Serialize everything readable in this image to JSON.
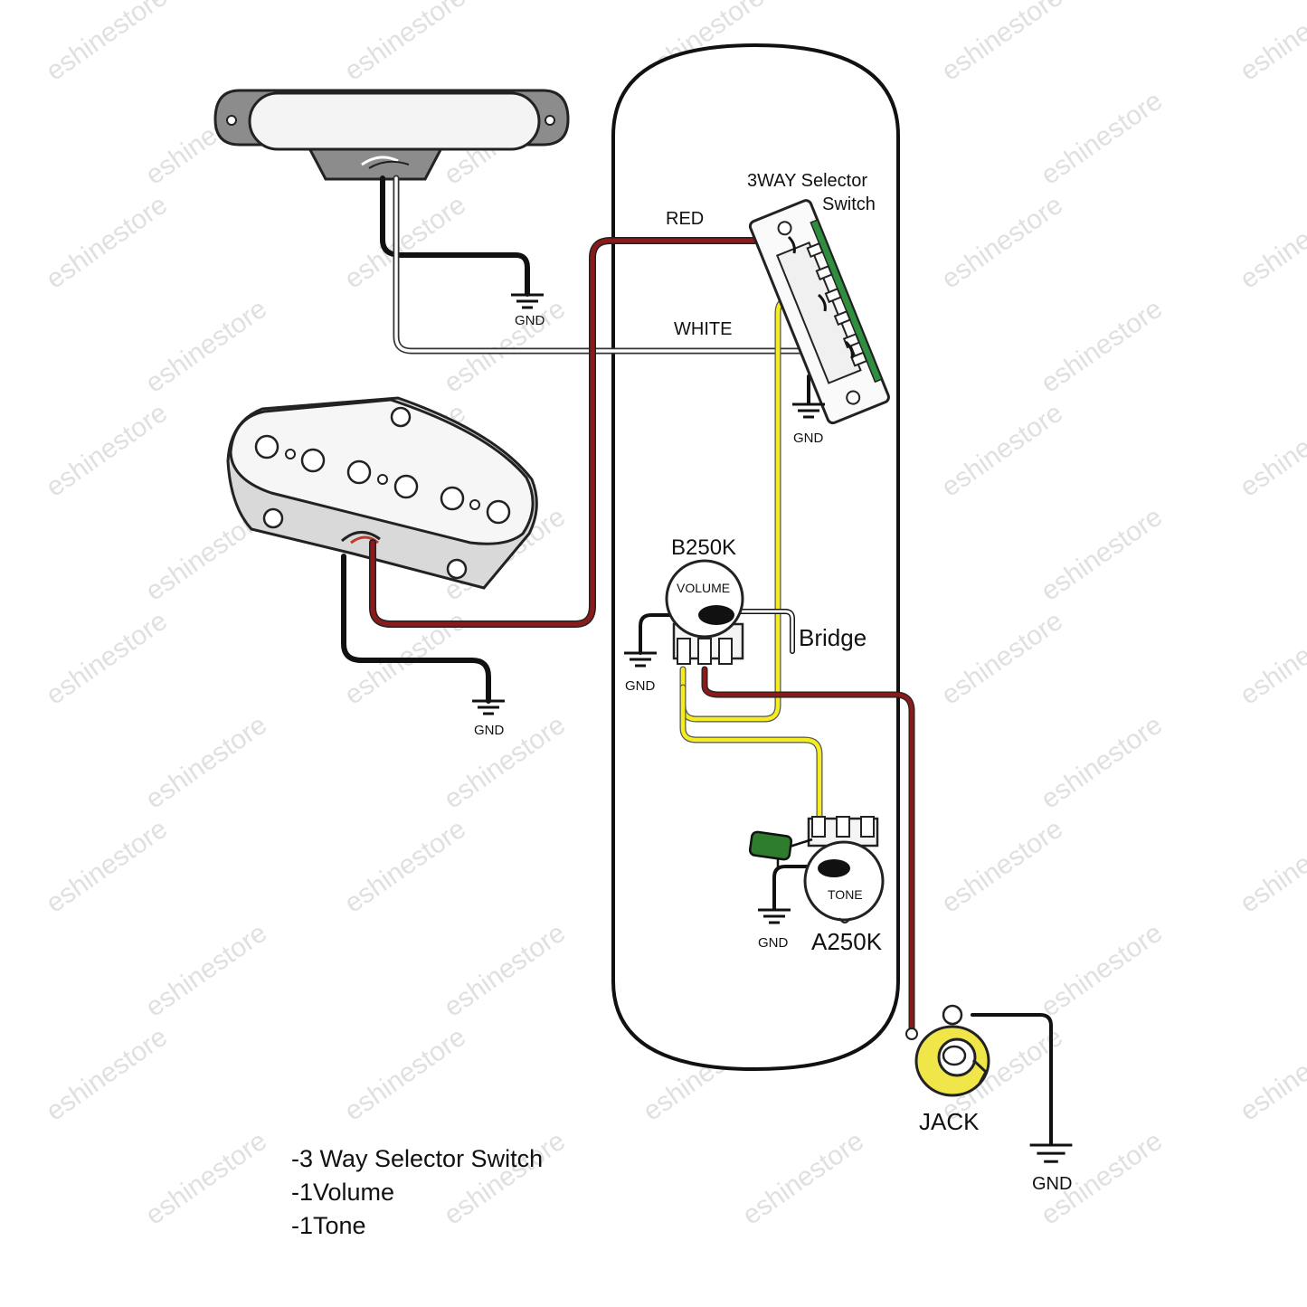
{
  "watermark": "eshinestore",
  "labels": {
    "selector_line1": "3WAY Selector",
    "selector_line2": "Switch",
    "red": "RED",
    "white": "WHITE",
    "volume_value": "B250K",
    "volume": "VOLUME",
    "bridge": "Bridge",
    "tone": "TONE",
    "tone_value": "A250K",
    "jack": "JACK",
    "gnd": "GND"
  },
  "notes": [
    "-3 Way Selector Switch",
    "-1Volume",
    "-1Tone"
  ],
  "colors": {
    "red_wire": "#8b1a1a",
    "yellow_wire": "#f5ee1e",
    "black_wire": "#111111",
    "white_wire": "#ffffff",
    "capacitor": "#2e7d2e",
    "switch_board": "#2f8f3f",
    "jack_ring": "#f0e64a"
  }
}
